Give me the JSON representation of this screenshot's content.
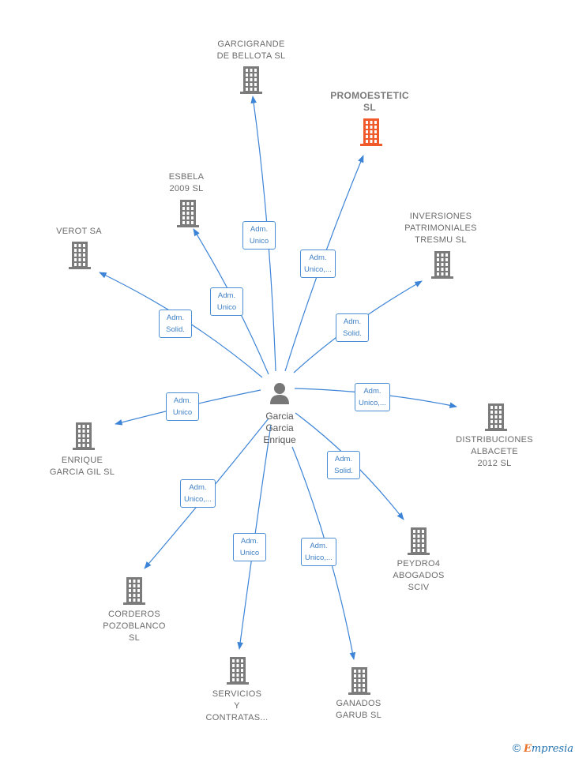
{
  "center": {
    "name": "Garcia\nGarcia\nEnrique",
    "icon": "person-icon"
  },
  "colors": {
    "edge": "#3d84d6",
    "building": "#7b7b7b",
    "building_highlight": "#f05a2a"
  },
  "companies": [
    {
      "id": "garcigrande",
      "name": "GARCIGRANDE\nDE BELLOTA SL",
      "role": "Adm.\nUnico",
      "highlight": false
    },
    {
      "id": "promoestetic",
      "name": "PROMOESTETIC\nSL",
      "role": "Adm.\nUnico,...",
      "highlight": true
    },
    {
      "id": "esbela",
      "name": "ESBELA\n2009 SL",
      "role": "Adm.\nUnico",
      "highlight": false
    },
    {
      "id": "verot",
      "name": "VEROT SA",
      "role": "Adm.\nSolid.",
      "highlight": false
    },
    {
      "id": "inversiones",
      "name": "INVERSIONES\nPATRIMONIALES\nTRESMU SL",
      "role": "Adm.\nSolid.",
      "highlight": false
    },
    {
      "id": "distribuciones",
      "name": "DISTRIBUCIONES\nALBACETE\n2012 SL",
      "role": "Adm.\nUnico,...",
      "highlight": false
    },
    {
      "id": "enrique",
      "name": "ENRIQUE\nGARCIA GIL SL",
      "role": "Adm.\nUnico",
      "highlight": false
    },
    {
      "id": "peydro",
      "name": "PEYDRO4\nABOGADOS\nSCIV",
      "role": "Adm.\nSolid.",
      "highlight": false
    },
    {
      "id": "corderos",
      "name": "CORDEROS\nPOZOBLANCO\nSL",
      "role": "Adm.\nUnico,...",
      "highlight": false
    },
    {
      "id": "servicios",
      "name": "SERVICIOS\nY\nCONTRATAS...",
      "role": "Adm.\nUnico",
      "highlight": false
    },
    {
      "id": "ganados",
      "name": "GANADOS\nGARUB  SL",
      "role": "Adm.\nUnico,...",
      "highlight": false
    }
  ],
  "footer": {
    "copyright_symbol": "©",
    "brand_first": "E",
    "brand_rest": "mpresia"
  }
}
